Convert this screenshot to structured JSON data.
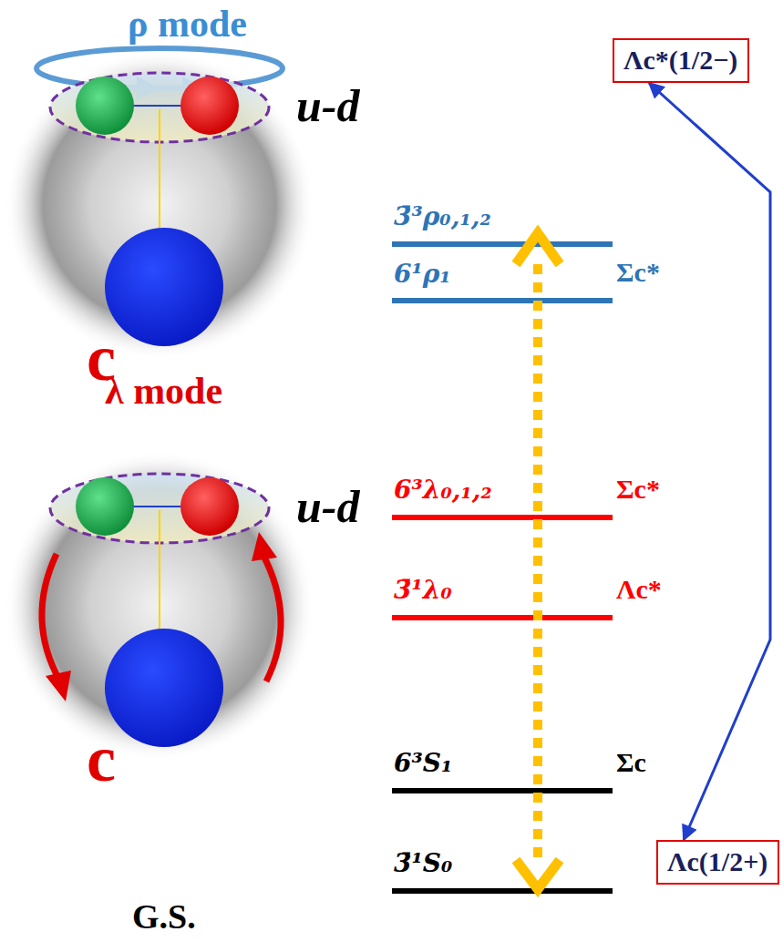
{
  "diagram": {
    "nodes": [
      {
        "text": [
          "Λc*(1/2−)"
        ]
      },
      {
        "text": [
          "Λc(1/2+)"
        ]
      }
    ],
    "edges": [
      {
        "from": 0,
        "to": 1,
        "arrow": "both"
      }
    ],
    "labels": [
      "ρ mode",
      "u-d",
      "c",
      "3̄³ρ₀,₁,₂",
      "6¹ρ₁",
      "Σc*",
      "λ mode",
      "u-d",
      "6³λ₀,₁,₂",
      "Σc*",
      "3̄¹λ₀",
      "Λc*",
      "c",
      "6³S₁",
      "Σc",
      "3̄¹S₀",
      "G.S."
    ]
  }
}
